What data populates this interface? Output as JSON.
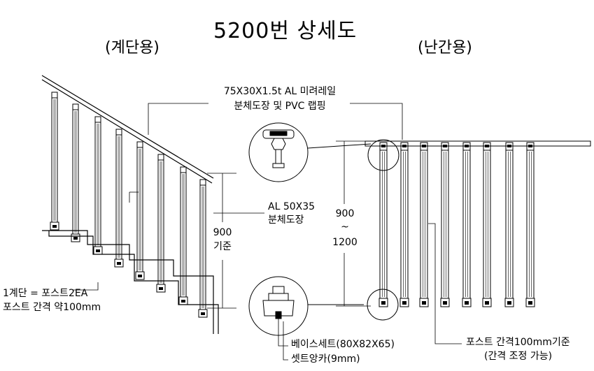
{
  "title": "5200번 상세도",
  "stair_label": "(계단용)",
  "rail_label": "(난간용)",
  "handrail_spec": {
    "line1": "75X30X1.5t AL 미려레일",
    "line2": "분체도장 및 PVC 랩핑"
  },
  "post_spec": {
    "line1": "AL 50X35",
    "line2": "분체도장"
  },
  "stair_height": {
    "value": "900",
    "unit": "기준"
  },
  "rail_height": {
    "top": "900",
    "sep": "~",
    "bottom": "1200"
  },
  "stair_note": {
    "line1": "1계단 = 포스트2EA",
    "line2": "포스트 간격 약100mm"
  },
  "base_spec": {
    "line1": "베이스세트(80X82X65)",
    "line2": "셋트앙카(9mm)"
  },
  "post_gap_note": {
    "line1": "포스트 간격100mm기준",
    "line2": "(간격 조정 가능)"
  }
}
